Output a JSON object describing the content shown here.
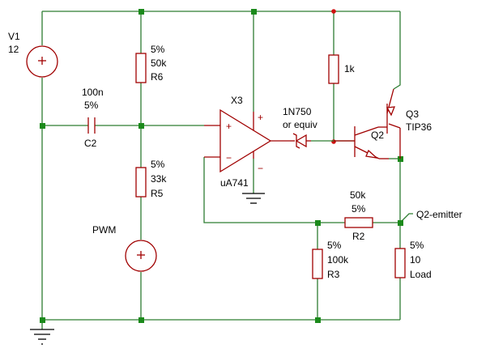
{
  "components": {
    "v1": {
      "name": "V1",
      "value": "12"
    },
    "r6": {
      "tol": "5%",
      "value": "50k",
      "name": "R6"
    },
    "c2": {
      "value": "100n",
      "tol": "5%",
      "name": "C2"
    },
    "r5": {
      "tol": "5%",
      "value": "33k",
      "name": "R5"
    },
    "pwm": {
      "name": "PWM"
    },
    "x3": {
      "name": "X3",
      "model": "uA741"
    },
    "d1": {
      "model": "1N750",
      "note": "or equiv"
    },
    "r_base": {
      "value": "1k"
    },
    "q2": {
      "name": "Q2"
    },
    "q3": {
      "name": "Q3",
      "model": "TIP36"
    },
    "r2": {
      "value": "50k",
      "tol": "5%",
      "name": "R2"
    },
    "r3": {
      "tol": "5%",
      "value": "100k",
      "name": "R3"
    },
    "load": {
      "tol": "5%",
      "value": "10",
      "name": "Load"
    }
  },
  "probes": {
    "emitter": "Q2-emitter"
  },
  "pins": {
    "plus": "+",
    "minus": "−"
  },
  "colors": {
    "wire": "#2e7d32",
    "component": "#a00000",
    "node": "#1b8a1b",
    "ground": "#000000"
  }
}
